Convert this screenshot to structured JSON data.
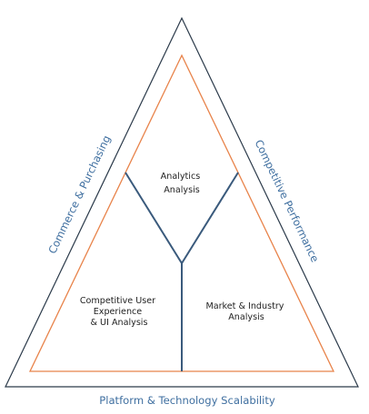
{
  "diagram": {
    "regions": {
      "top": [
        "Analytics",
        "Analysis"
      ],
      "left": [
        "Competitive User",
        "Experience",
        "& UI Analysis"
      ],
      "right": [
        "Market & Industry",
        "Analysis"
      ]
    },
    "sides": {
      "left": "Commerce & Purchasing",
      "right": "Competitive Performance",
      "bottom": "Platform & Technology Scalability"
    },
    "colors": {
      "outer_triangle": "#2b3a4a",
      "inner_triangle": "#e8834a",
      "divider_lines": "#3a5a7c",
      "side_text": "#3f6fa0",
      "region_text": "#1f1f1f"
    }
  }
}
